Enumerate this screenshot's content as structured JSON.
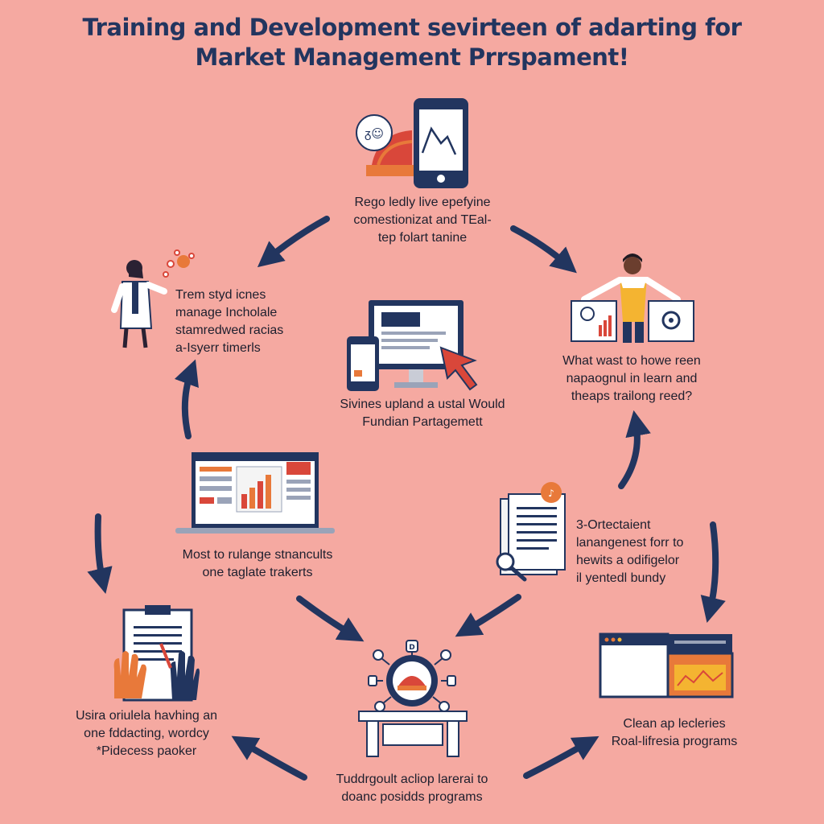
{
  "title": {
    "line1": "Training and Development sevirteen of adarting for",
    "line2": "Market Management Prrspament!"
  },
  "nodes": {
    "top": [
      "Rego ledly live epefyine",
      "comestionizat and TEal-",
      "tep folart tanine"
    ],
    "left_upper": [
      "Trem styd icnes",
      "manage Incholale",
      "stamredwed racias",
      "a-Isyerr timerls"
    ],
    "center": [
      "Sivines upland a ustal Would",
      "Fundian Partagemett"
    ],
    "right_upper": [
      "What wast to howe reen",
      "napaognul in learn and",
      "theaps trailong reed?"
    ],
    "left_middle": [
      "Most to rulange stnancults",
      "one taglate trakerts"
    ],
    "right_middle": [
      "3-Ortectaient",
      "lanangenest forr to",
      "hewits a odifigelor",
      "il yentedl bundy"
    ],
    "bottom_left": [
      "Usira oriulela havhing an",
      "one fddacting, wordcy",
      "*Pidecess paoker"
    ],
    "bottom_center": [
      "Tuddrgoult acliop larerai to",
      "doanc posidds programs"
    ],
    "bottom_right": [
      "Clean ap lecleries",
      "Roal-lifresia programs"
    ]
  },
  "icons": {
    "chat_bubble_text": "ᵹ☺",
    "badge_text": "D"
  },
  "colors": {
    "background": "#f5a9a1",
    "navy": "#22355f",
    "orange": "#e8793a",
    "red": "#d9473a"
  }
}
